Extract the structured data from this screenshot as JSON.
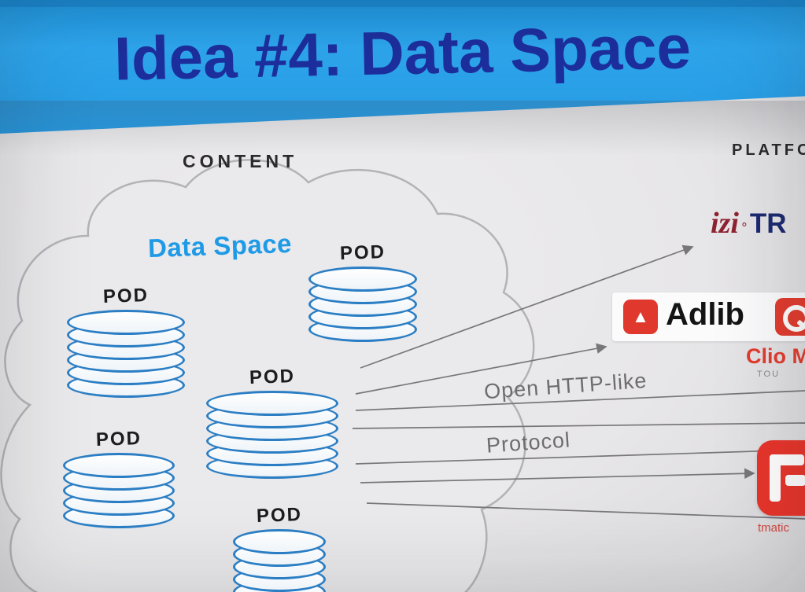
{
  "slide": {
    "title": "Idea #4: Data Space"
  },
  "colors": {
    "banner_blue": "#2ea7ef",
    "title_navy": "#1d2f9e",
    "dataspace_blue": "#1e9ae7",
    "pod_stroke": "#2b7ec4",
    "izi_maroon": "#8f2230",
    "izi_navy": "#1d2a70",
    "adlib_red": "#e0382d",
    "clio_red": "#e23c2e",
    "tmatic_red": "#e8352b",
    "background_gray": "#e7e6e8"
  },
  "diagram": {
    "cloud_label": "CONTENT",
    "space_label": "Data Space",
    "pods": [
      {
        "label": "POD"
      },
      {
        "label": "POD"
      },
      {
        "label": "POD"
      },
      {
        "label": "POD"
      },
      {
        "label": "POD"
      }
    ],
    "arrow_labels": {
      "line1": "Open HTTP-like",
      "line2": "Protocol"
    }
  },
  "platforms": {
    "heading": "PLATFO",
    "izi": {
      "prefix": "izi",
      "separator": "∘",
      "suffix": "TR"
    },
    "adlib": {
      "label": "Adlib",
      "icon_glyph": "▲"
    },
    "clio": {
      "label": "Clio M",
      "sub": "TOU"
    },
    "tmatic": {
      "label": "tmatic"
    }
  }
}
